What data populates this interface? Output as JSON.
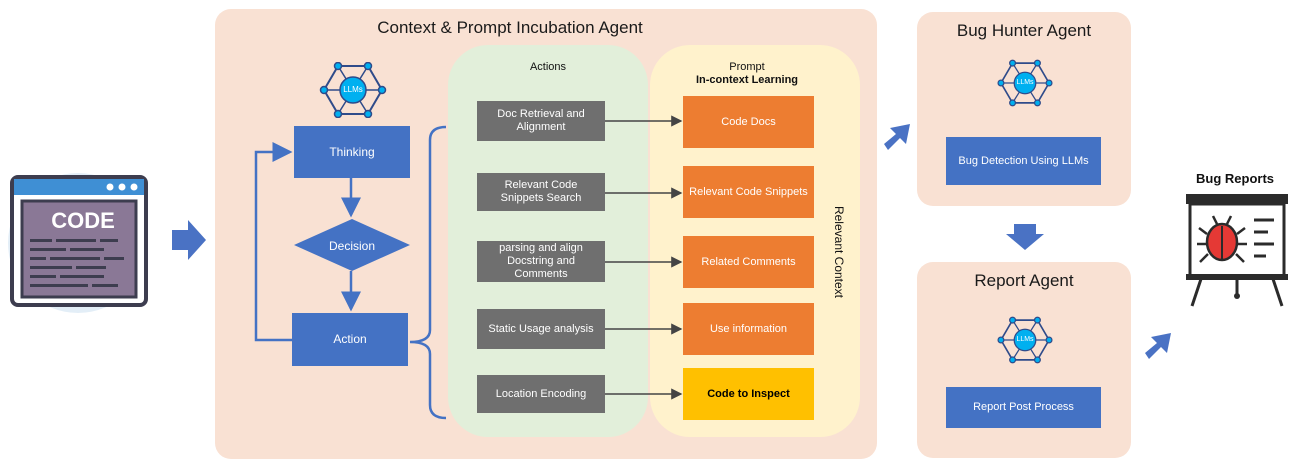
{
  "context_agent": {
    "title": "Context & Prompt Incubation Agent",
    "llm_label": "LLMs",
    "flow": {
      "thinking": "Thinking",
      "decision": "Decision",
      "action": "Action"
    },
    "actions_header": "Actions",
    "prompt_header": "Prompt",
    "prompt_subheader": "In-context Learning",
    "side_label": "Relevant Context",
    "actions": [
      "Doc Retrieval and Alignment",
      "Relevant Code Snippets Search",
      "parsing and align Docstring and Comments",
      "Static Usage analysis",
      "Location Encoding"
    ],
    "prompts": [
      "Code Docs",
      "Relevant Code Snippets",
      "Related Comments",
      "Use information",
      "Code to Inspect"
    ]
  },
  "code_window": {
    "label": "CODE"
  },
  "bug_hunter": {
    "title": "Bug Hunter Agent",
    "llm_label": "LLMs",
    "box": "Bug Detection Using LLMs"
  },
  "report_agent": {
    "title": "Report Agent",
    "llm_label": "LLMs",
    "box": "Report Post Process"
  },
  "bug_reports": {
    "title": "Bug Reports"
  },
  "colors": {
    "panel": "#f9e1d3",
    "actions_bg": "#e2efda",
    "prompt_bg": "#fff2cc",
    "blue": "#4472c4",
    "gray": "#6f6f6f",
    "orange": "#ed7d31",
    "yellow": "#ffc000",
    "llm": "#00b0f0"
  }
}
